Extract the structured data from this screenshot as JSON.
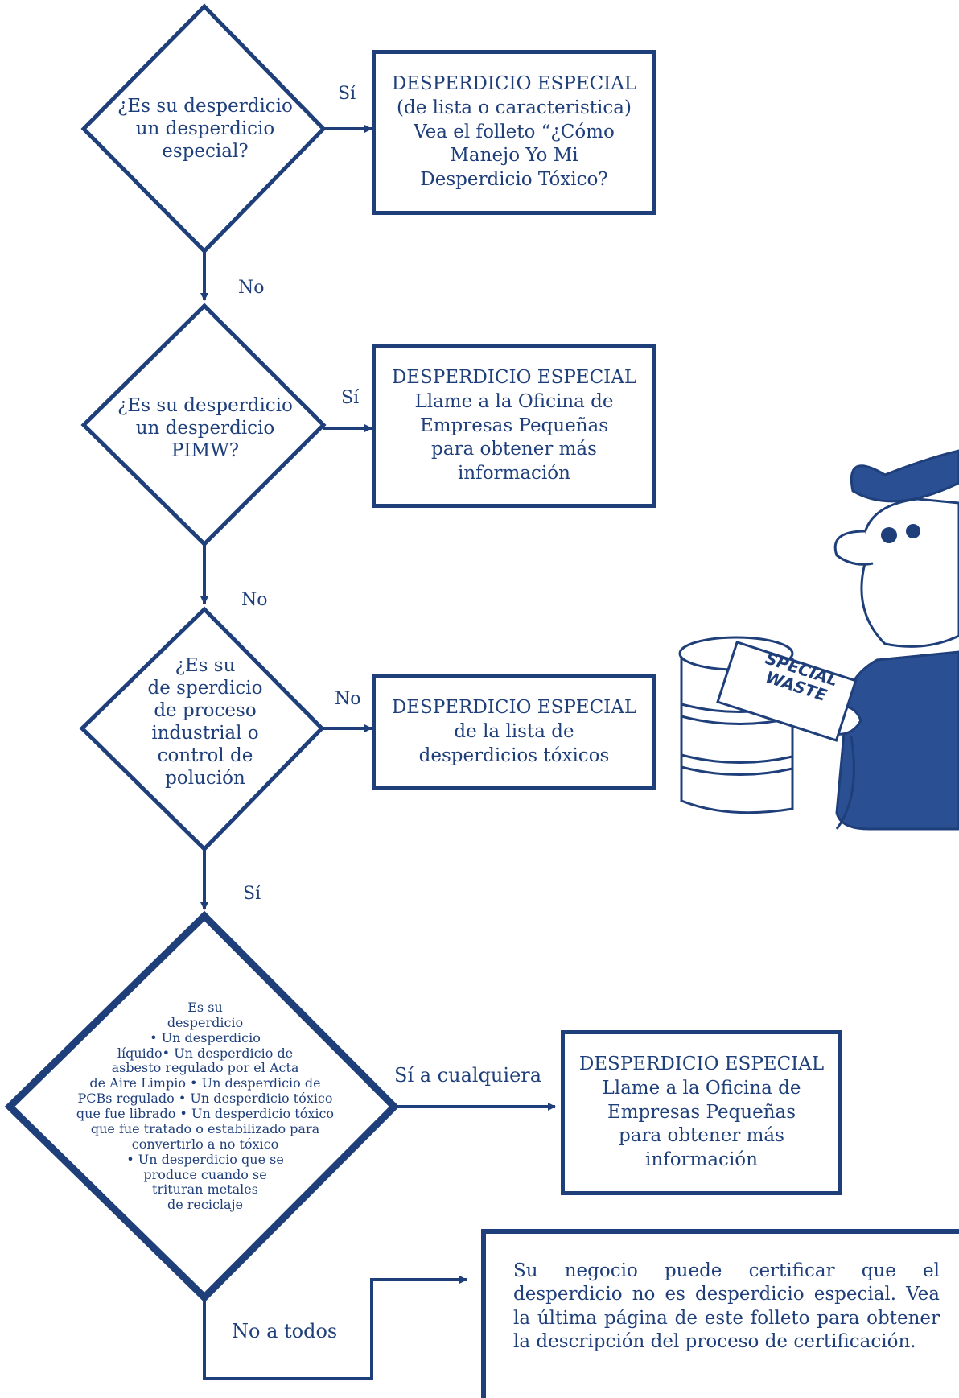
{
  "colors": {
    "primary": "#1f3f7a",
    "character_shirt": "#2a4f92",
    "background": "#ffffff"
  },
  "decision_1": {
    "lines": [
      "¿Es su desperdicio",
      "un desperdicio",
      "especial?"
    ]
  },
  "outcome_1": {
    "lines": [
      "DESPERDICIO ESPECIAL",
      "(de lista o caracteristica)",
      "Vea el folleto “¿Cómo",
      "Manejo Yo Mi",
      "Desperdicio Tóxico?"
    ]
  },
  "decision_2": {
    "lines": [
      "¿Es su desperdicio",
      "un desperdicio",
      "PIMW?"
    ]
  },
  "outcome_2": {
    "lines": [
      "DESPERDICIO ESPECIAL",
      "Llame a la Oficina de",
      "Empresas Pequeñas",
      "para obtener más",
      "información"
    ]
  },
  "decision_3": {
    "lines": [
      "¿Es su",
      "de sperdicio",
      "de proceso",
      "industrial o",
      "control de",
      "polución"
    ]
  },
  "outcome_3": {
    "lines": [
      "DESPERDICIO ESPECIAL",
      "de la lista de",
      "desperdicios tóxicos"
    ]
  },
  "decision_4": {
    "lines": [
      "Es su",
      "desperdicio",
      "• Un desperdicio",
      "líquido• Un desperdicio de",
      "asbesto regulado por el Acta",
      "de Aire Limpio • Un desperdicio de",
      "PCBs regulado • Un desperdicio tóxico",
      "que fue librado • Un desperdicio tóxico",
      "que fue tratado o estabilizado para",
      "convertirlo a no tóxico",
      "• Un desperdicio que se",
      "produce cuando se",
      "trituran metales",
      "de reciclaje"
    ]
  },
  "outcome_4": {
    "lines": [
      "DESPERDICIO ESPECIAL",
      "Llame a la Oficina de",
      "Empresas Pequeñas",
      "para obtener más",
      "información"
    ]
  },
  "final_box": {
    "text": "Su negocio puede certificar que el desperdicio no es desperdicio especial. Vea la última página de este folleto para obtener la descripción del proceso de certificación."
  },
  "labels": {
    "yes_1": "Sí",
    "no_1": "No",
    "yes_2": "Sí",
    "no_2": "No",
    "no_3": "No",
    "yes_3": "Sí",
    "yes_any": "Sí a cualquiera",
    "no_all": "No a todos"
  },
  "illustration": {
    "icon": "cartoon-man-with-drum-icon",
    "sign_lines": [
      "SPECIAL",
      "WASTE"
    ]
  }
}
